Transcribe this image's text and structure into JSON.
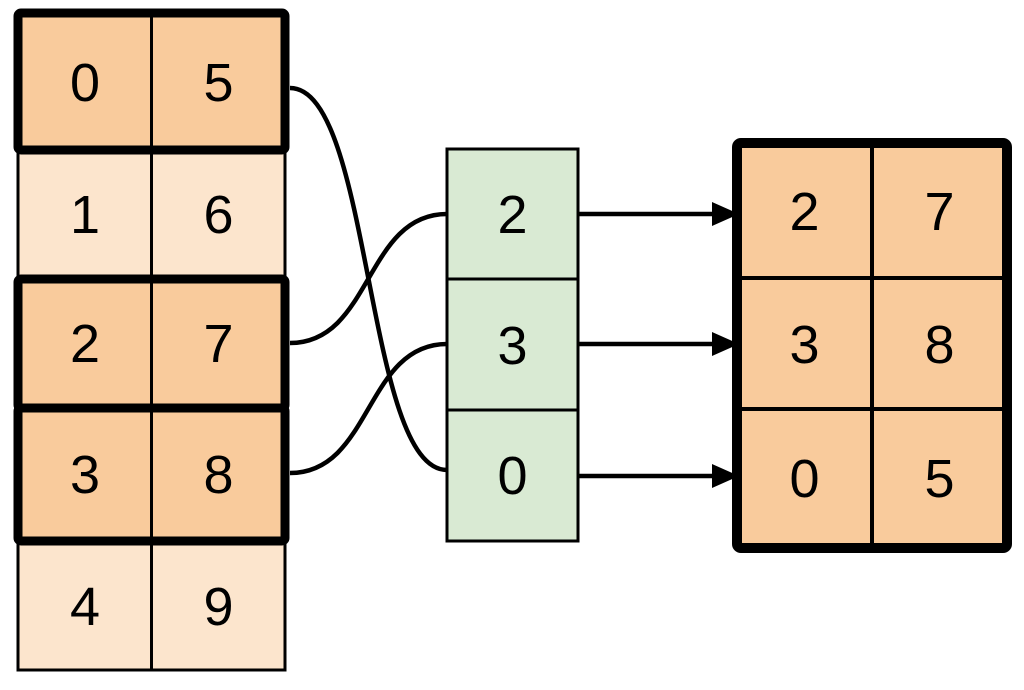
{
  "colors": {
    "background": "#ffffff",
    "highlight_fill": "#f9cb9c",
    "muted_fill": "#fce5cd",
    "index_fill": "#d9ead3",
    "line": "#000000"
  },
  "source_table": {
    "rows": [
      {
        "cells": [
          "0",
          "5"
        ],
        "highlighted": true
      },
      {
        "cells": [
          "1",
          "6"
        ],
        "highlighted": false
      },
      {
        "cells": [
          "2",
          "7"
        ],
        "highlighted": true
      },
      {
        "cells": [
          "3",
          "8"
        ],
        "highlighted": true
      },
      {
        "cells": [
          "4",
          "9"
        ],
        "highlighted": false
      }
    ]
  },
  "index_column": {
    "values": [
      "2",
      "3",
      "0"
    ]
  },
  "result_table": {
    "rows": [
      [
        "2",
        "7"
      ],
      [
        "3",
        "8"
      ],
      [
        "0",
        "5"
      ]
    ]
  },
  "connections": {
    "curves": [
      {
        "from_source_row": 0,
        "to_index_cell": 2
      },
      {
        "from_source_row": 2,
        "to_index_cell": 0
      },
      {
        "from_source_row": 3,
        "to_index_cell": 1
      }
    ],
    "arrows": [
      {
        "from_index_cell": 0,
        "to_result_row": 0
      },
      {
        "from_index_cell": 1,
        "to_result_row": 1
      },
      {
        "from_index_cell": 2,
        "to_result_row": 2
      }
    ]
  }
}
